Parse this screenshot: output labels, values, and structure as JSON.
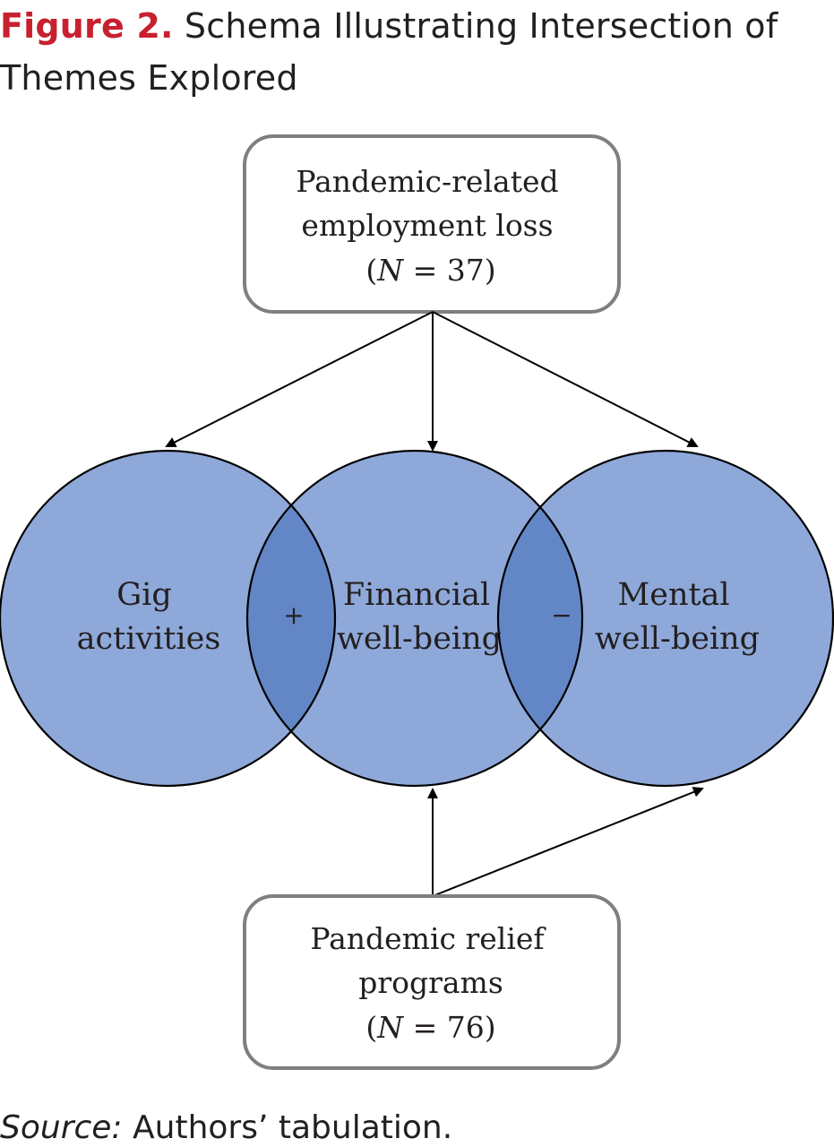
{
  "caption": {
    "label": "Figure 2.",
    "text": " Schema Illustrating Intersection of Themes Explored"
  },
  "top_box": {
    "line1": "Pandemic-related",
    "line2": "employment loss",
    "n_open": "(",
    "n_var": "N",
    "n_value": " = 37)"
  },
  "bottom_box": {
    "line1": "Pandemic relief",
    "line2": "programs",
    "n_open": "(",
    "n_var": "N",
    "n_value": " = 76)"
  },
  "circles": {
    "gig": {
      "line1": "Gig",
      "line2": "activities"
    },
    "financial": {
      "line1": "Financial",
      "line2": "well-being"
    },
    "mental": {
      "line1": "Mental",
      "line2": "well-being"
    }
  },
  "overlaps": {
    "gig_financial": "+",
    "financial_mental": "−"
  },
  "source": {
    "label": "Source:",
    "text": " Authors’ tabulation."
  },
  "colors": {
    "circle_fill": "#8ea8d9",
    "overlap_fill": "#6386c6",
    "caption_accent": "#c8202f",
    "box_stroke": "#7f7f7f",
    "line": "#000000"
  }
}
